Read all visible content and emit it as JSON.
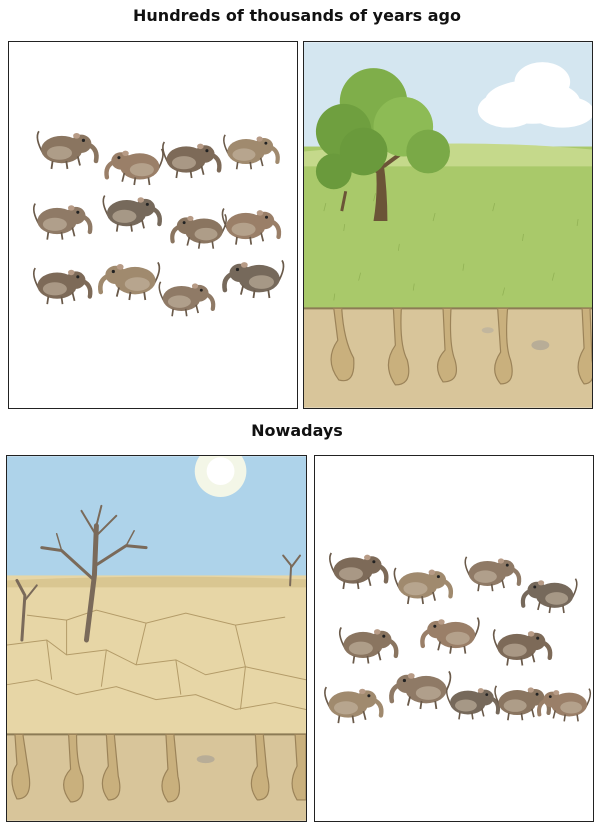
{
  "headings": {
    "past": "Hundreds of thousands of years ago",
    "present": "Nowadays"
  },
  "panels": {
    "past_animals": {
      "count": 12,
      "fur_tone": "brown-gray"
    },
    "past_habitat": {
      "scene": "grassland-with-tree",
      "sky": "#cfe2ee",
      "grass": "#a9c96a",
      "soil": "#d8c59a"
    },
    "present_habitat": {
      "scene": "cracked-desert-with-dead-trees",
      "sky": "#a9d2ea",
      "ground": "#e7d6a6",
      "soil": "#d8c59a"
    },
    "present_animals": {
      "count": 12,
      "fur_tone": "brown-gray"
    }
  }
}
